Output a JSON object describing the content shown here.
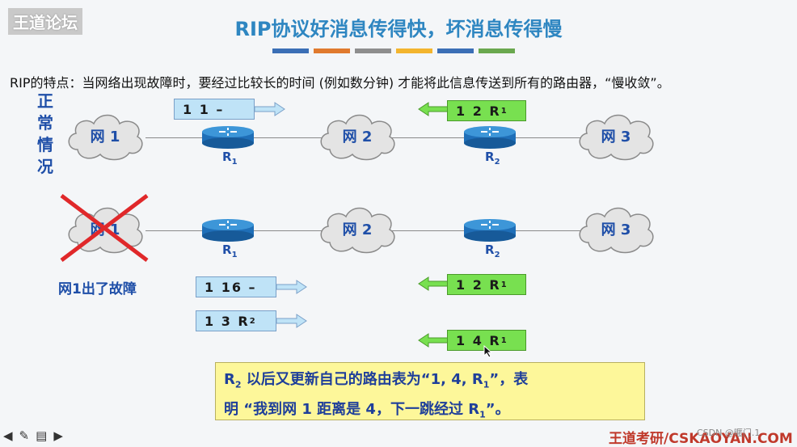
{
  "header": {
    "logo_text": "王道论坛",
    "title": "RIP协议好消息传得快，坏消息传得慢",
    "color_bars": [
      "#3b6fb6",
      "#e07a2e",
      "#8e8e8e",
      "#f3b52e",
      "#3b6fb6",
      "#6aa84f"
    ]
  },
  "intro_text": "RIP的特点：当网络出现故障时，要经过比较长的时间 (例如数分钟) 才能将此信息传送到所有的路由器，“慢收敛”。",
  "normal_label": "正常情况",
  "clouds": {
    "top_net1": "网 1",
    "top_net2": "网 2",
    "top_net3": "网 3",
    "bottom_net1": "网 1",
    "bottom_net2": "网 2",
    "bottom_net3": "网 3"
  },
  "routers": {
    "r1": "R",
    "r1_sub": "1",
    "r2": "R",
    "r2_sub": "2"
  },
  "top_boxes": {
    "r1_adv": "1  1  –",
    "r2_adv": "1  2  R",
    "r2_adv_sub": "1"
  },
  "fault_label": "网1出了故障",
  "bottom_boxes": {
    "r1_adv_a": "1  16  –",
    "r1_adv_b": "1  3  R",
    "r1_adv_b_sub": "2",
    "r2_adv_a": "1  2  R",
    "r2_adv_a_sub": "1",
    "r2_adv_b": "1  4  R",
    "r2_adv_b_sub": "1"
  },
  "note": {
    "line1_a": "R",
    "line1_sub": "2",
    "line1_b": " 以后又更新自己的路由表为“1, 4, R",
    "line1_sub2": "1",
    "line1_c": "”，表",
    "line2_a": "明 “我到网 1 距离是 4，下一跳经过 R",
    "line2_sub": "1",
    "line2_b": "”。"
  },
  "footer": {
    "brand": "王道考研/CSKAOYAN.COM",
    "watermark": "CSDN @暱门.1"
  },
  "colors": {
    "accent_blue": "#2e86c1",
    "label_blue": "#1f4fa8",
    "box_blue": "#bfe3f7",
    "box_green": "#78e050",
    "note_yellow": "#fdf79a",
    "fault_red": "#e0282a"
  }
}
